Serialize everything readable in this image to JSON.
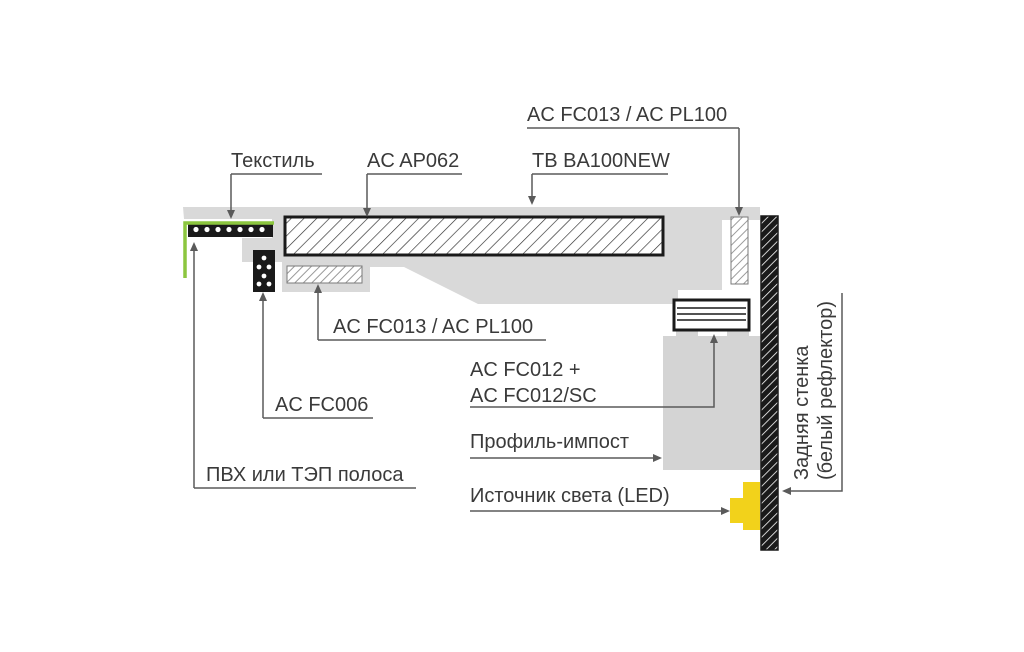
{
  "labels": {
    "textile": "Текстиль",
    "ap062": "AC AP062",
    "ba100new": "TB BA100NEW",
    "fc013_top": "AC FC013 / AC PL100",
    "fc013_bottom": "AC FC013 / AC PL100",
    "fc006": "AC FC006",
    "pvc_strip": "ПВХ или ТЭП полоса",
    "fc012_line1": "AC FC012 +",
    "fc012_line2": "AC FC012/SC",
    "mullion": "Профиль-импост",
    "led": "Источник света (LED)",
    "back_wall_line1": "Задняя стенка",
    "back_wall_line2": "(белый рефлектор)"
  },
  "colors": {
    "profile_fill": "#d9d9d9",
    "mullion_fill": "#d4d4d4",
    "dark": "#1a1a1a",
    "pvc_green": "#8cc63f",
    "led_yellow": "#f2d21b",
    "label_text": "#3a3a3a"
  }
}
